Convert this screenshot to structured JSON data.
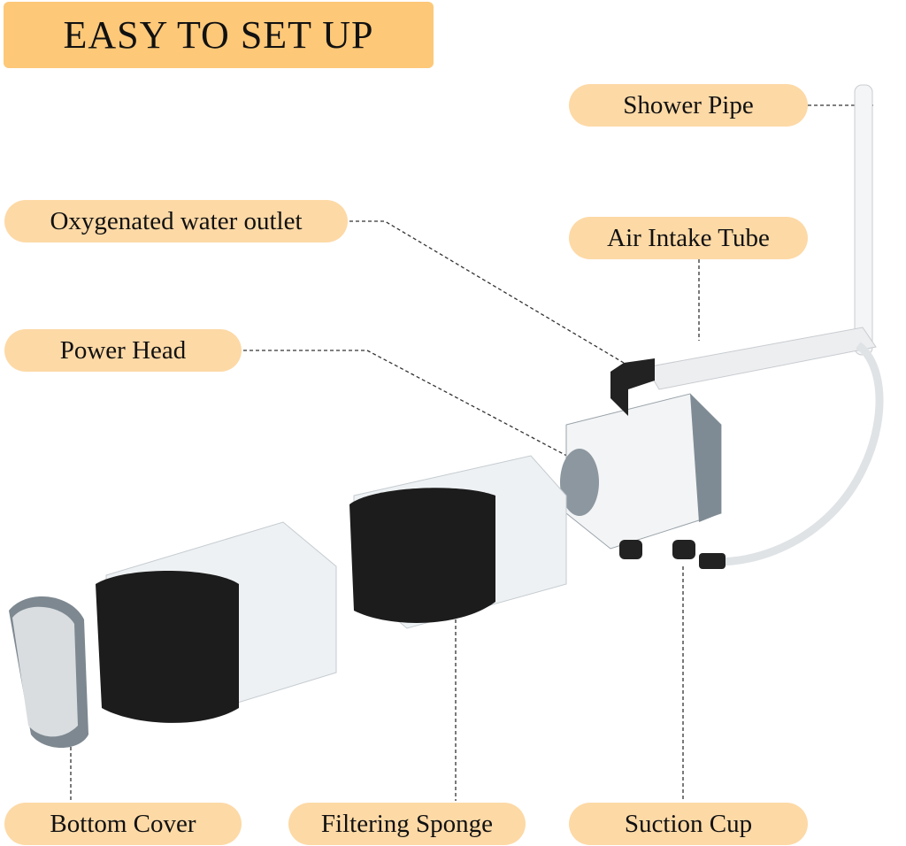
{
  "title": "EASY TO SET UP",
  "labels": {
    "shower_pipe": "Shower Pipe",
    "oxygenated_water_outlet": "Oxygenated water outlet",
    "air_intake_tube": "Air Intake Tube",
    "power_head": "Power Head",
    "bottom_cover": "Bottom Cover",
    "filtering_sponge": "Filtering Sponge",
    "suction_cup": "Suction Cup"
  },
  "colors": {
    "title_bg": "#FDC878",
    "label_bg": "#FDD9A6"
  }
}
